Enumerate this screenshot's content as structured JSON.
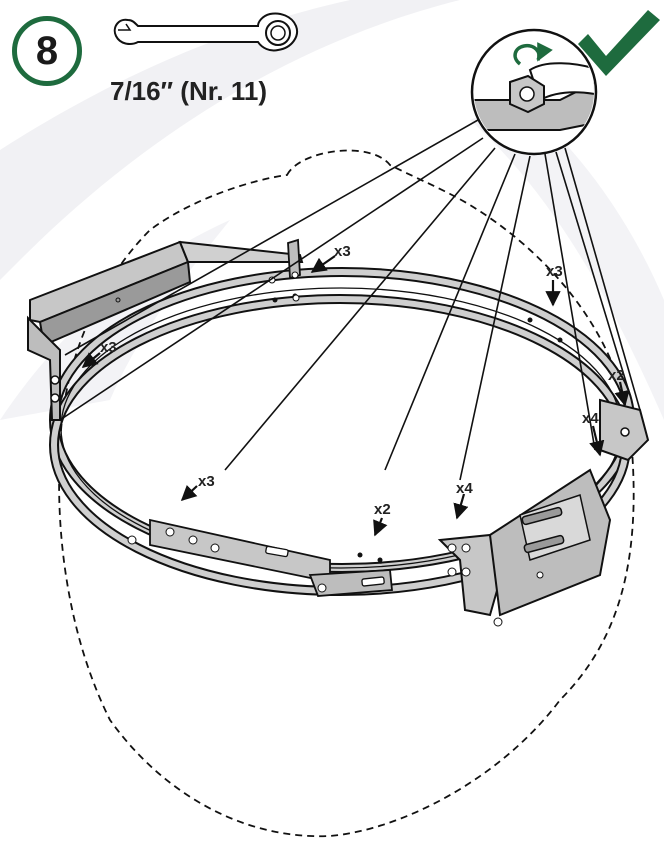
{
  "step": {
    "number": "8",
    "tool_label": "7/16″ (Nr. 11)"
  },
  "colors": {
    "accent": "#1e6b3e",
    "line": "#111111",
    "part_fill": "#c7c7c7",
    "part_dark": "#8f8f8f",
    "watermark": "#f0f0f3"
  },
  "icons": [
    "combination-wrench-icon",
    "check-mark-icon",
    "rotate-clockwise-icon",
    "hex-nut-icon"
  ],
  "quantities": {
    "left_bracket": "x3",
    "top_center": "x3",
    "top_right": "x3",
    "right_edge": "x2",
    "right_lower": "x4",
    "front_left": "x3",
    "front_center": "x2",
    "front_right": "x4"
  }
}
